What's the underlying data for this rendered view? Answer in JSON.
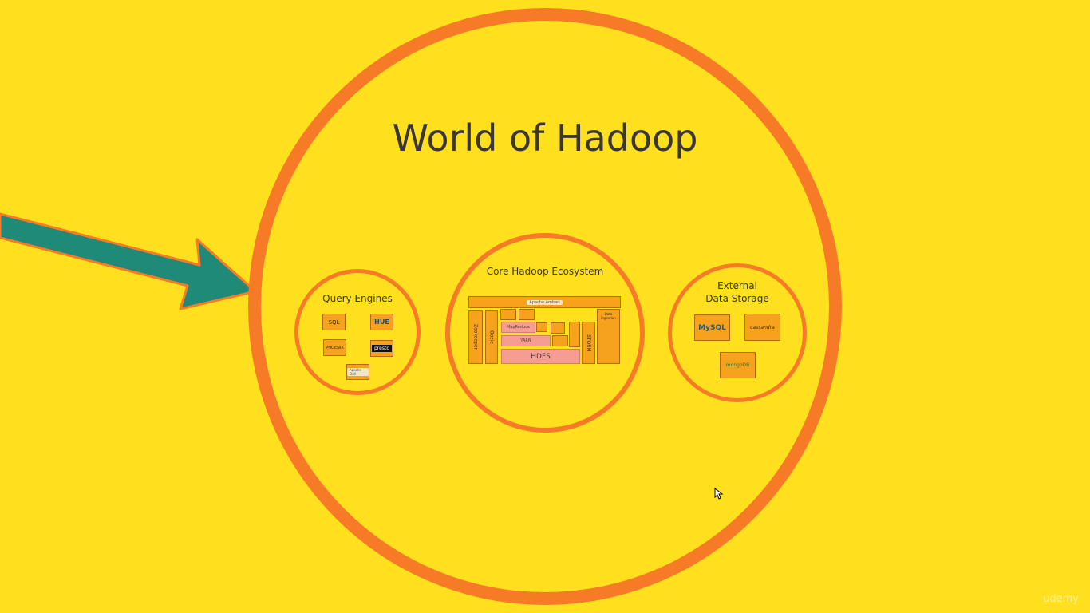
{
  "title": "World of Hadoop",
  "sections": {
    "query_engines": {
      "label": "Query Engines",
      "logos": [
        "SQL",
        "HUE",
        "PHOENIX",
        "presto",
        "Apache Drill"
      ]
    },
    "core": {
      "label": "Core Hadoop Ecosystem",
      "top_bar": "Apache Ambari",
      "columns": {
        "zookeeper": "Zookeeper",
        "oozie": "Oozie"
      },
      "mapreduce": "MapReduce",
      "yarn": "YARN",
      "hdfs": "HDFS",
      "storm": "STORM",
      "data_ingestion": "Data Ingestion"
    },
    "external": {
      "label_line1": "External",
      "label_line2": "Data Storage",
      "logos": [
        "MySQL",
        "cassandra",
        "mongoDB"
      ]
    }
  },
  "watermark": "udemy",
  "colors": {
    "background": "#fee01e",
    "ring": "#f77b27",
    "arrow": "#1f8a78",
    "tile": "#f7a21c"
  }
}
